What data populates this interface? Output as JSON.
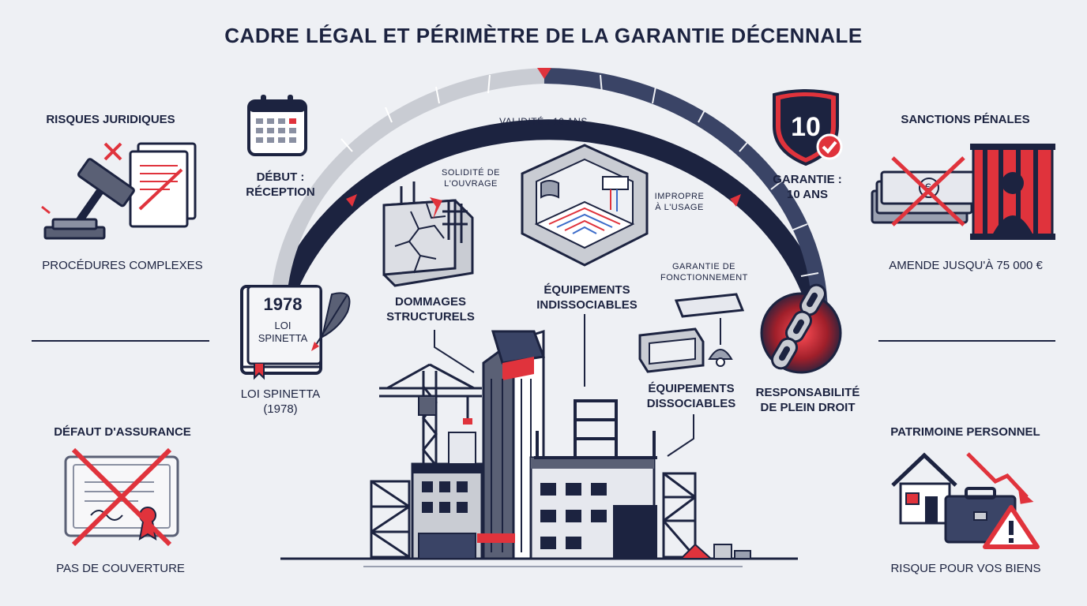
{
  "title": "CADRE LÉGAL ET PÉRIMÈTRE DE LA GARANTIE DÉCENNALE",
  "colors": {
    "navy": "#1c2340",
    "red": "#e0333c",
    "grey": "#c9ccd3",
    "background": "#eef0f4"
  },
  "left_panel": {
    "risques": {
      "heading": "RISQUES JURIDIQUES",
      "caption": "PROCÉDURES COMPLEXES",
      "icon": "gavel-document-icon"
    },
    "defaut": {
      "heading": "DÉFAUT D'ASSURANCE",
      "caption": "PAS DE COUVERTURE",
      "icon": "crossed-certificate-icon"
    }
  },
  "right_panel": {
    "sanctions": {
      "heading": "SANCTIONS PÉNALES",
      "caption": "AMENDE JUSQU'À 75 000 €",
      "icon": "money-prison-icon"
    },
    "patrimoine": {
      "heading": "PATRIMOINE PERSONNEL",
      "caption": "RISQUE POUR VOS BIENS",
      "icon": "house-briefcase-warning-icon"
    }
  },
  "timeline": {
    "validity": "VALIDITÉ : 10 ANS",
    "debut": "DÉBUT :\nRÉCEPTION",
    "garantie": "GARANTIE :\n10 ANS",
    "shield_number": "10"
  },
  "book": {
    "year": "1978",
    "line1": "LOI",
    "line2": "SPINETTA",
    "caption": "LOI SPINETTA\n(1978)"
  },
  "center": {
    "solidite": "SOLIDITÉ DE\nL'OUVRAGE",
    "dommages": "DOMMAGES\nSTRUCTURELS",
    "impropre": "IMPROPRE\nÀ L'USAGE",
    "indissociables": "ÉQUIPEMENTS\nINDISSOCIABLES",
    "fonctionnement": "GARANTIE DE\nFONCTIONNEMENT",
    "dissociables": "ÉQUIPEMENTS\nDISSOCIABLES",
    "responsabilite": "RESPONSABILITÉ\nDE PLEIN DROIT"
  }
}
